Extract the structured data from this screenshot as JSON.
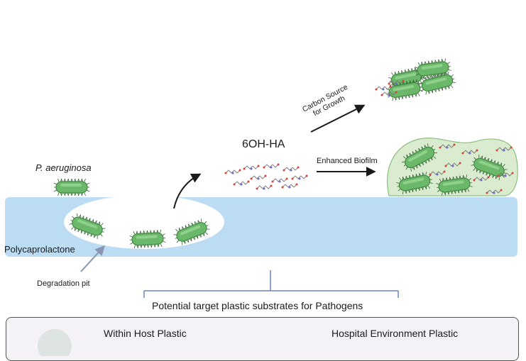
{
  "labels": {
    "species": "P. aeruginosa",
    "compound": "6OH-HA",
    "carbon_line1": "Carbon Source",
    "carbon_line2": "for Growth",
    "biofilm": "Enhanced Biofilm",
    "polymer": "Polycaprolactone",
    "pit": "Degradation pit",
    "targets": "Potential target plastic substrates for Pathogens",
    "host": "Within Host Plastic",
    "hospital": "Hospital Environment Plastic"
  },
  "colors": {
    "plastic": "#bcdcf4",
    "bacterium": "#6cb86a",
    "bacterium_dark": "#3f8a40",
    "biofilm": "#d9ecd0",
    "arrow": "#1a1a1a",
    "pit_pointer": "#8896b4",
    "bracket": "#6a84b8"
  },
  "icons": {
    "bacterium": "rod-bacterium-icon",
    "molecule": "molecule-chain-icon",
    "person": "person-icon"
  }
}
